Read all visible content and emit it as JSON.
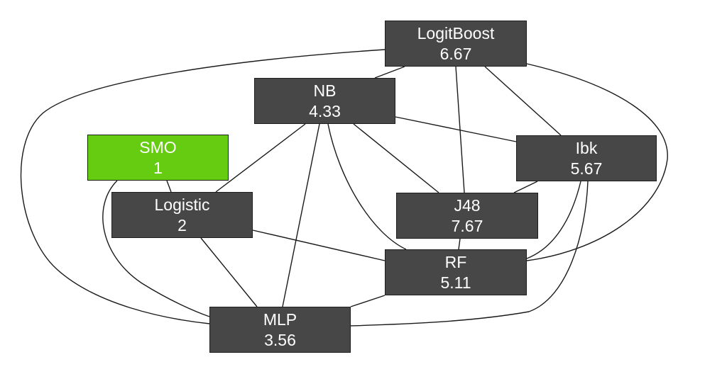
{
  "colors": {
    "node_fill": "#474747",
    "highlight_fill": "#66cc11",
    "text": "#ffffff",
    "edge": "#1a1a1a",
    "background": "#ffffff"
  },
  "nodes": {
    "logitboost": {
      "name": "LogitBoost",
      "value": "6.67",
      "highlighted": false
    },
    "nb": {
      "name": "NB",
      "value": "4.33",
      "highlighted": false
    },
    "smo": {
      "name": "SMO",
      "value": "1",
      "highlighted": true
    },
    "ibk": {
      "name": "Ibk",
      "value": "5.67",
      "highlighted": false
    },
    "logistic": {
      "name": "Logistic",
      "value": "2",
      "highlighted": false
    },
    "j48": {
      "name": "J48",
      "value": "7.67",
      "highlighted": false
    },
    "rf": {
      "name": "RF",
      "value": "5.11",
      "highlighted": false
    },
    "mlp": {
      "name": "MLP",
      "value": "3.56",
      "highlighted": false
    }
  },
  "edges": [
    [
      "logitboost",
      "nb"
    ],
    [
      "logitboost",
      "j48"
    ],
    [
      "logitboost",
      "ibk"
    ],
    [
      "logitboost",
      "mlp"
    ],
    [
      "logitboost",
      "rf"
    ],
    [
      "nb",
      "logistic"
    ],
    [
      "nb",
      "mlp"
    ],
    [
      "nb",
      "rf"
    ],
    [
      "nb",
      "j48"
    ],
    [
      "nb",
      "ibk"
    ],
    [
      "smo",
      "logistic"
    ],
    [
      "smo",
      "mlp"
    ],
    [
      "ibk",
      "j48"
    ],
    [
      "ibk",
      "rf"
    ],
    [
      "ibk",
      "mlp"
    ],
    [
      "logistic",
      "rf"
    ],
    [
      "logistic",
      "mlp"
    ],
    [
      "j48",
      "rf"
    ],
    [
      "rf",
      "mlp"
    ]
  ]
}
